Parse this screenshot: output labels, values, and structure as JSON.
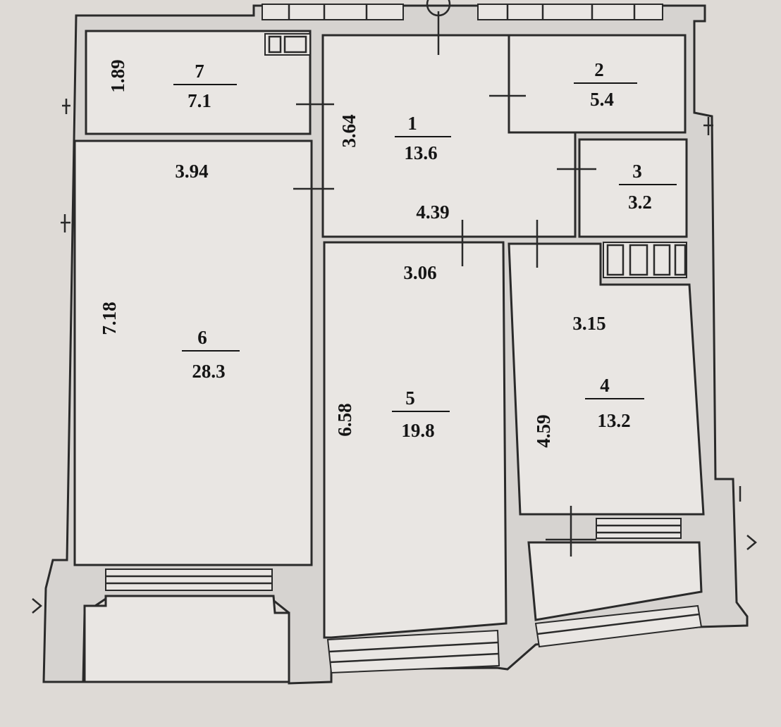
{
  "rooms": [
    {
      "number": "1",
      "area": "13.6"
    },
    {
      "number": "2",
      "area": "5.4"
    },
    {
      "number": "3",
      "area": "3.2"
    },
    {
      "number": "4",
      "area": "13.2"
    },
    {
      "number": "5",
      "area": "19.8"
    },
    {
      "number": "6",
      "area": "28.3"
    },
    {
      "number": "7",
      "area": "7.1"
    }
  ],
  "dimensions": {
    "room7_height": "1.89",
    "room1_height": "3.64",
    "room6_width": "3.94",
    "room1_width": "4.39",
    "room5_width": "3.06",
    "room6_height": "7.18",
    "room4_width": "3.15",
    "room5_height": "6.58",
    "room4_height": "4.59"
  }
}
